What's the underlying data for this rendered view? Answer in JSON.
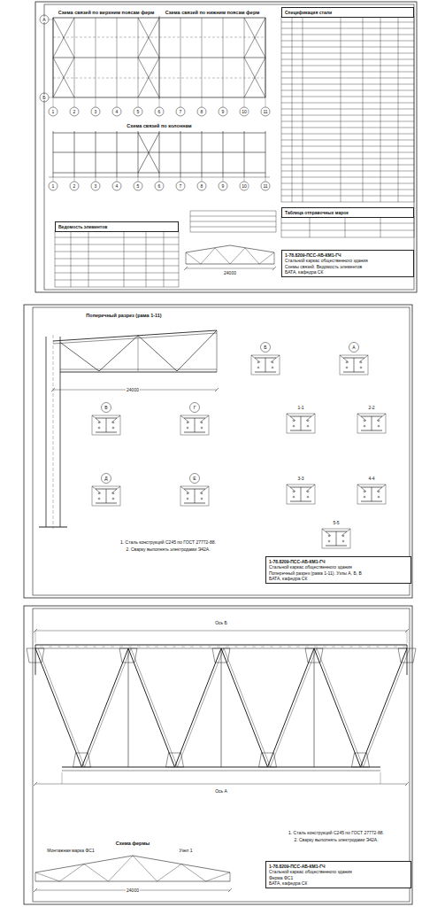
{
  "diagram": {
    "nodes": [
      {
        "text": [
          "Спецификация стали"
        ]
      },
      {
        "text": [
          "Ведомость элементов"
        ]
      },
      {
        "text": [
          "Таблица отправочных марок"
        ]
      },
      {
        "text": [
          "1-78.8209-ПСС-АБ-КМ1-ГЧ",
          "Стальной каркас общественного здания",
          "Схемы связей. Ведомость элементов",
          "БАТА, кафедра СК"
        ]
      },
      {
        "text": [
          "1-78.8209-ПСС-АБ-КМ1-ГЧ",
          "Стальной каркас общественного здания",
          "Поперечный разрез (рама 1-11). Узлы А, Б, В",
          "БАТА, кафедра СК"
        ]
      },
      {
        "text": [
          "1-78.8209-ПСС-АБ-КМ1-ГЧ",
          "Стальной каркас общественного здания",
          "Ферма ФС1",
          "БАТА, кафедра СК"
        ]
      }
    ],
    "labels": [
      "Схема связей по верхним поясам ферм",
      "Схема связей по нижним поясам ферм",
      "Схема связей по колоннам",
      "А",
      "Б",
      "1",
      "2",
      "3",
      "4",
      "5",
      "6",
      "7",
      "8",
      "9",
      "10",
      "11",
      "1",
      "2",
      "3",
      "4",
      "5",
      "6",
      "7",
      "8",
      "9",
      "10",
      "11",
      "24000",
      "Поперечный разрез (рама 1-11)",
      "А",
      "Б",
      "В",
      "Г",
      "Д",
      "Е",
      "1-1",
      "2-2",
      "3-3",
      "4-4",
      "5-5",
      "24000",
      "1. Сталь конструкций С245 по ГОСТ 27772-88.",
      "2. Сварку выполнять электродами Э42А.",
      "Ось Б",
      "Ось А",
      "24000",
      "Схема фермы",
      "Монтажная марка ФС1",
      "Узел 1",
      "1. Сталь конструкций С245 по ГОСТ 27772-88.",
      "2. Сварку выполнять электродами Э42А."
    ]
  }
}
